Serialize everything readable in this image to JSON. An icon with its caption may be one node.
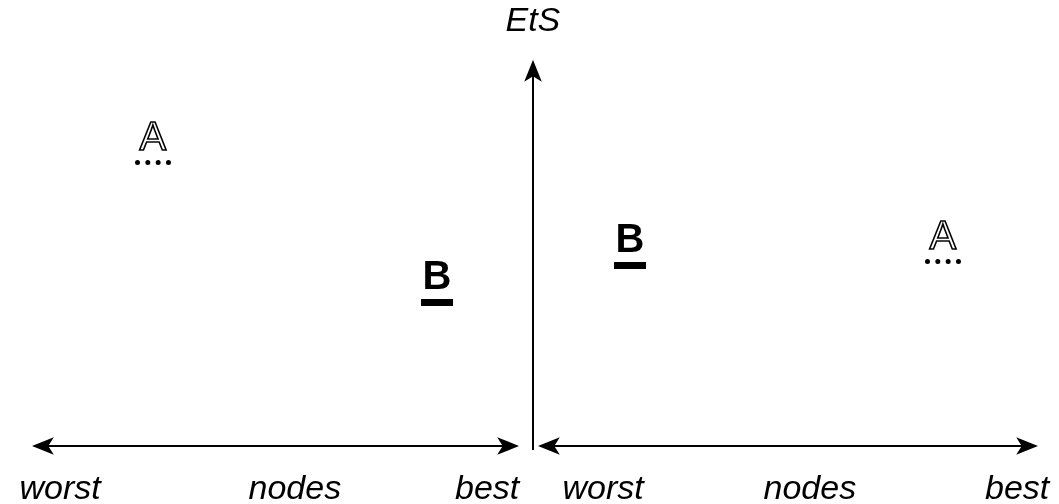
{
  "diagram": {
    "labels": [
      "EtS",
      "A",
      "B",
      "A",
      "B",
      "worst",
      "nodes",
      "best",
      "worst",
      "nodes",
      "best"
    ]
  }
}
